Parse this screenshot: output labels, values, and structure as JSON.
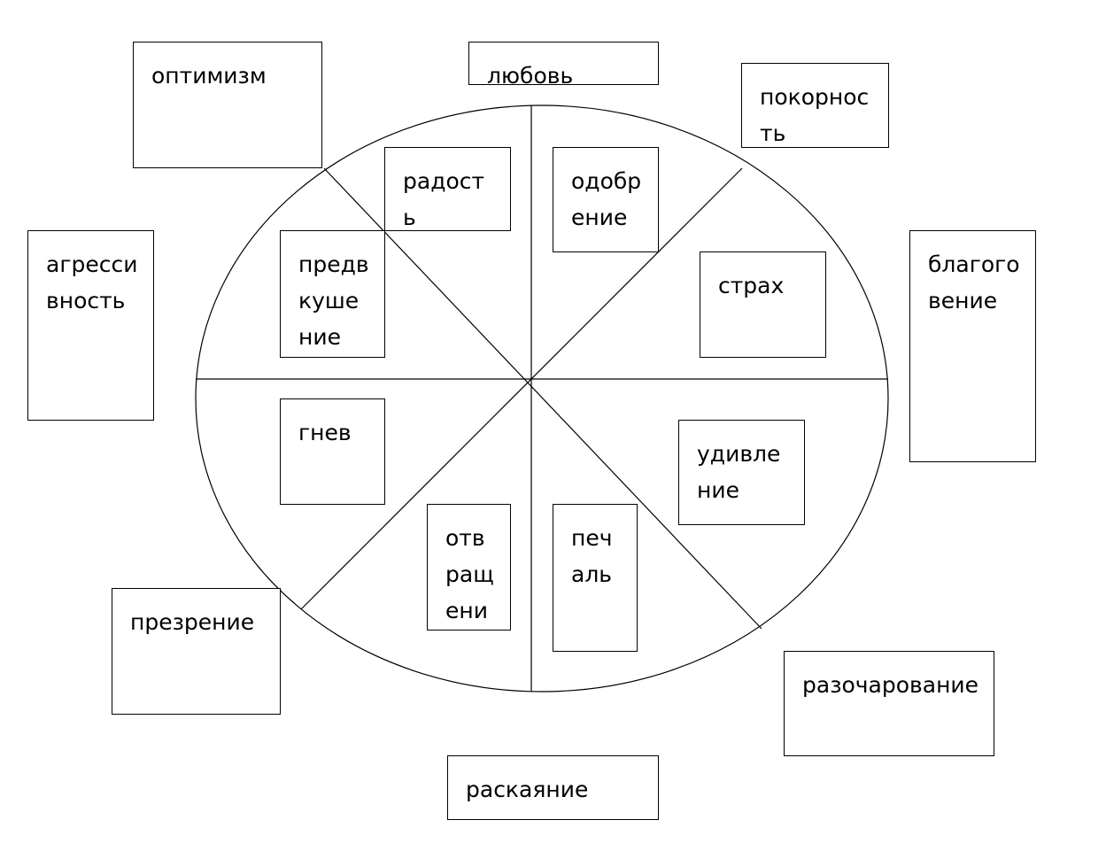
{
  "colors": {
    "line": "#000000",
    "background": "#ffffff"
  },
  "inner_emotions": {
    "joy": "радост\nь",
    "approval": "одобр\nение",
    "anticipation": "предв\nкуше\nние",
    "fear": "страх",
    "anger": "гнев",
    "surprise": "удивле\nние",
    "disgust": "отв\nращ\nени",
    "sadness": "печ\nаль"
  },
  "outer_emotions": {
    "optimism": "оптимизм",
    "love": "любовь",
    "submission": "покорнос\nть",
    "aggressiveness": "агресси\nвность",
    "awe": "благого\nвение",
    "contempt": "презрение",
    "disappointment": "разочарование",
    "remorse": "раскаяние"
  }
}
